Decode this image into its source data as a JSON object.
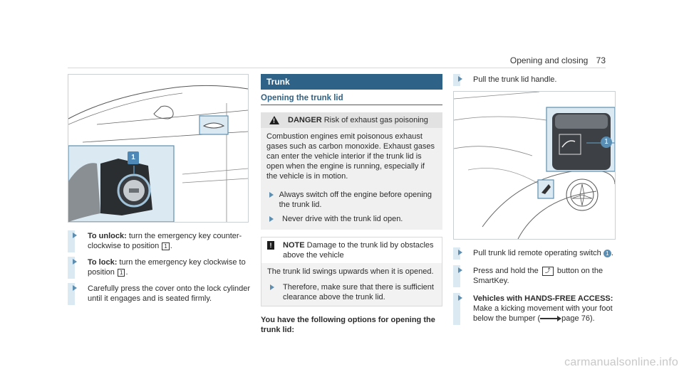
{
  "header": {
    "section": "Opening and closing",
    "page": "73"
  },
  "left": {
    "figure_callout": "1",
    "steps": [
      {
        "bold": "To unlock:",
        "text": " turn the emergency key counter-clockwise to position ",
        "boxed": "1",
        "end": "."
      },
      {
        "bold": "To lock:",
        "text": " turn the emergency key clockwise to position ",
        "boxed": "1",
        "end": "."
      },
      {
        "bold": "",
        "text": "Carefully press the cover onto the lock cylinder until it engages and is seated firmly.",
        "boxed": "",
        "end": ""
      }
    ]
  },
  "middle": {
    "section_title": "Trunk",
    "subheading": "Opening the trunk lid",
    "danger": {
      "label": "DANGER",
      "title": "Risk of exhaust gas poisoning",
      "body": "Combustion engines emit poisonous exhaust gases such as carbon monoxide. Exhaust gases can enter the vehicle interior if the trunk lid is open when the engine is running, especially if the vehicle is in motion.",
      "steps": [
        "Always switch off the engine before opening the trunk lid.",
        "Never drive with the trunk lid open."
      ]
    },
    "note": {
      "label": "NOTE",
      "title": "Damage to the trunk lid by obstacles above the vehicle",
      "body": "The trunk lid swings upwards when it is opened.",
      "step": "Therefore, make sure that there is sufficient clearance above the trunk lid."
    },
    "options_heading": "You have the following options for opening the trunk lid:"
  },
  "right": {
    "step_top": "Pull the trunk lid handle.",
    "figure_callout": "1",
    "steps": [
      {
        "text": "Pull trunk lid remote operating switch ",
        "callout": "1",
        "end": "."
      },
      {
        "text_a": "Press and hold the ",
        "text_b": " button on the SmartKey."
      },
      {
        "bold": "Vehicles with HANDS-FREE ACCESS:",
        "text": " Make a kicking movement with your foot below the bumper (",
        "page_ref": "page 76",
        "end": ")."
      }
    ]
  },
  "watermark": "carmanualsonline.info"
}
